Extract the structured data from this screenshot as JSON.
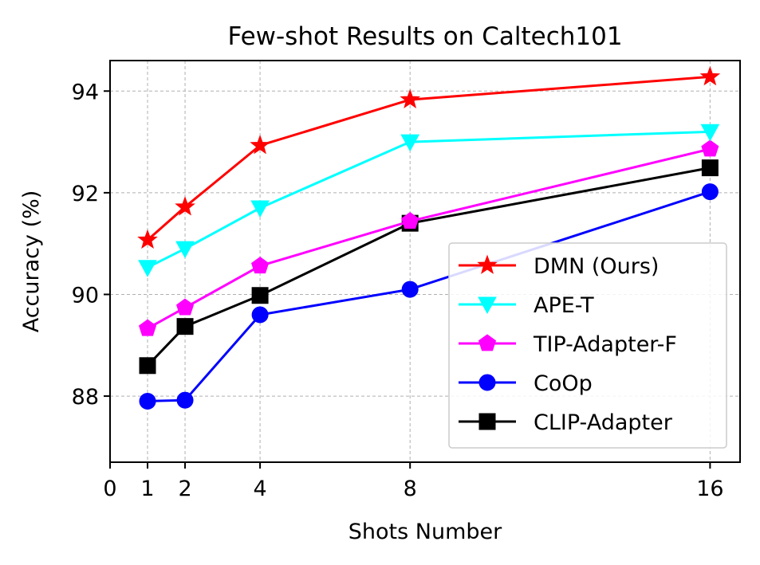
{
  "chart_data": {
    "type": "line",
    "title": "Few-shot Results on Caltech101",
    "xlabel": "Shots Number",
    "ylabel": "Accuracy (%)",
    "x_ticks": [
      0,
      1,
      2,
      4,
      8,
      16
    ],
    "y_ticks": [
      88,
      90,
      92,
      94
    ],
    "xlim": [
      0,
      16.8
    ],
    "ylim": [
      86.7,
      94.6
    ],
    "grid": true,
    "legend_position": "bottom-right",
    "x": [
      1,
      2,
      4,
      8,
      16
    ],
    "series": [
      {
        "name": "DMN (Ours)",
        "color": "#ff0000",
        "marker": "star",
        "values": [
          91.07,
          91.72,
          92.93,
          93.83,
          94.28
        ]
      },
      {
        "name": "APE-T",
        "color": "#00ffff",
        "marker": "triangle-down",
        "values": [
          90.53,
          90.9,
          91.7,
          93.0,
          93.2
        ]
      },
      {
        "name": "TIP-Adapter-F",
        "color": "#ff00ff",
        "marker": "pentagon",
        "values": [
          89.33,
          89.74,
          90.56,
          91.44,
          92.86
        ]
      },
      {
        "name": "CoOp",
        "color": "#0000ff",
        "marker": "circle",
        "values": [
          87.9,
          87.92,
          89.6,
          90.1,
          92.02
        ]
      },
      {
        "name": "CLIP-Adapter",
        "color": "#000000",
        "marker": "square",
        "values": [
          88.6,
          89.37,
          89.98,
          91.4,
          92.49
        ]
      }
    ]
  }
}
